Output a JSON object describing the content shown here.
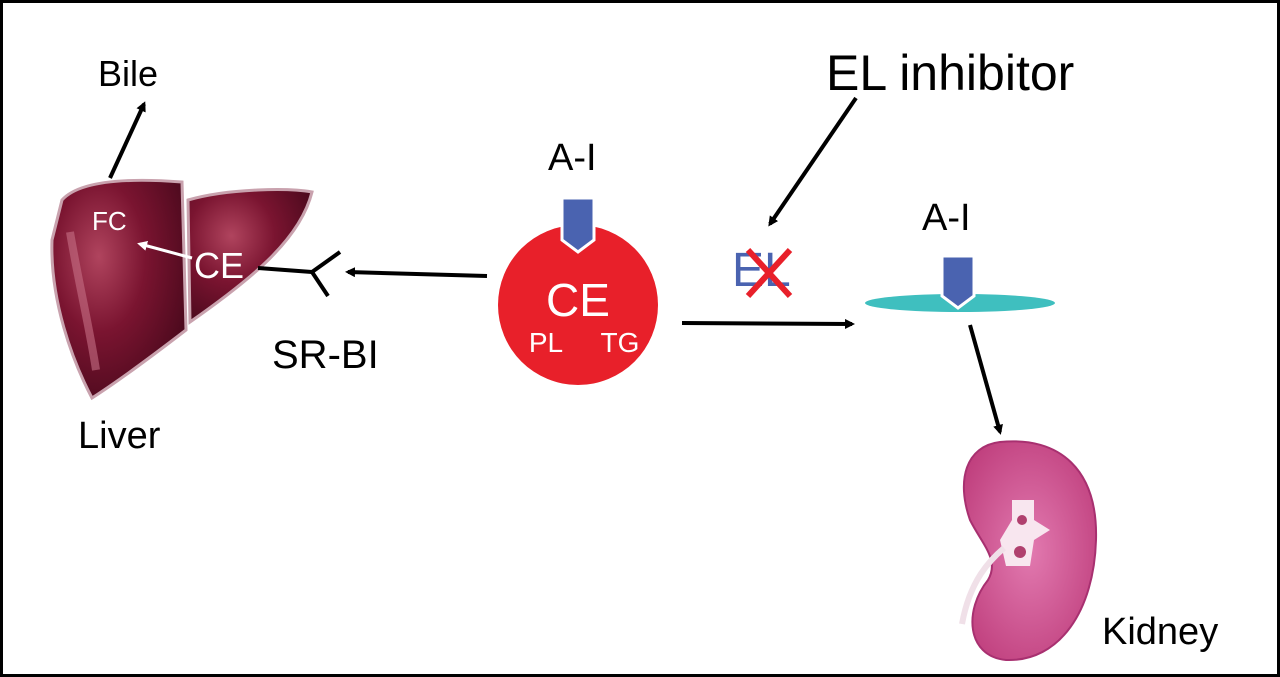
{
  "diagram": {
    "labels": {
      "bile": "Bile",
      "liver": "Liver",
      "fc": "FC",
      "liver_ce": "CE",
      "sr_bi": "SR-BI",
      "hdl_apo": "A-I",
      "hdl_ce": "CE",
      "hdl_pl": "PL",
      "hdl_tg": "TG",
      "el_inhibitor": "EL inhibitor",
      "el": "EL",
      "small_hdl_apo": "A-I",
      "kidney": "Kidney"
    },
    "colors": {
      "hdl_particle": "#e8202a",
      "apoa1": "#4a63b0",
      "small_hdl": "#3fbfbf",
      "el_text": "#4a63b0",
      "el_cross": "#e8202a",
      "liver": "#7a1430",
      "kidney": "#d4508f"
    }
  }
}
